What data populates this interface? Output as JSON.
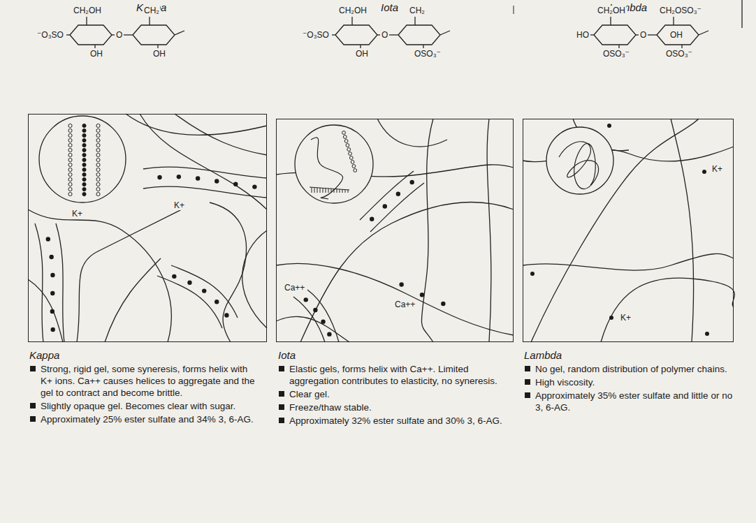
{
  "diagram": {
    "nodes": [
      {
        "text": [
          "K+",
          "K+"
        ]
      },
      {
        "text": [
          "Ca++",
          "Ca++"
        ]
      },
      {
        "text": [
          "K+",
          "K+"
        ]
      }
    ],
    "labels": [
      "Kappa",
      "Iota",
      "Lambda",
      "⁻O₃SO",
      "CH₂OH",
      "O",
      "CH₂",
      "OH",
      "OH",
      "⁻O₃SO",
      "CH₂OH",
      "O",
      "CH₂",
      "OH",
      "OSO₃⁻",
      "HO",
      "CH₂OH",
      "O",
      "CH₂OSO₃⁻",
      "OH",
      "OSO₃⁻",
      "OSO₃⁻",
      "Kappa",
      "Strong, rigid gel, some syneresis, forms helix with K+ ions. Ca++ causes helices to aggregate and the gel to contract and become brittle.",
      "Slightly opaque gel. Becomes clear with sugar.",
      "Approximately 25% ester sulfate and 34% 3, 6-AG.",
      "Iota",
      "Elastic gels, forms helix with Ca++. Limited aggregation contributes to elasticity, no syneresis.",
      "Clear gel.",
      "Freeze/thaw stable.",
      "Approximately 32% ester sulfate and 30% 3, 6-AG.",
      "Lambda",
      "No gel, random distribution of polymer chains.",
      "High viscosity.",
      "Approximately 35% ester sulfate and little or no 3, 6-AG."
    ]
  }
}
